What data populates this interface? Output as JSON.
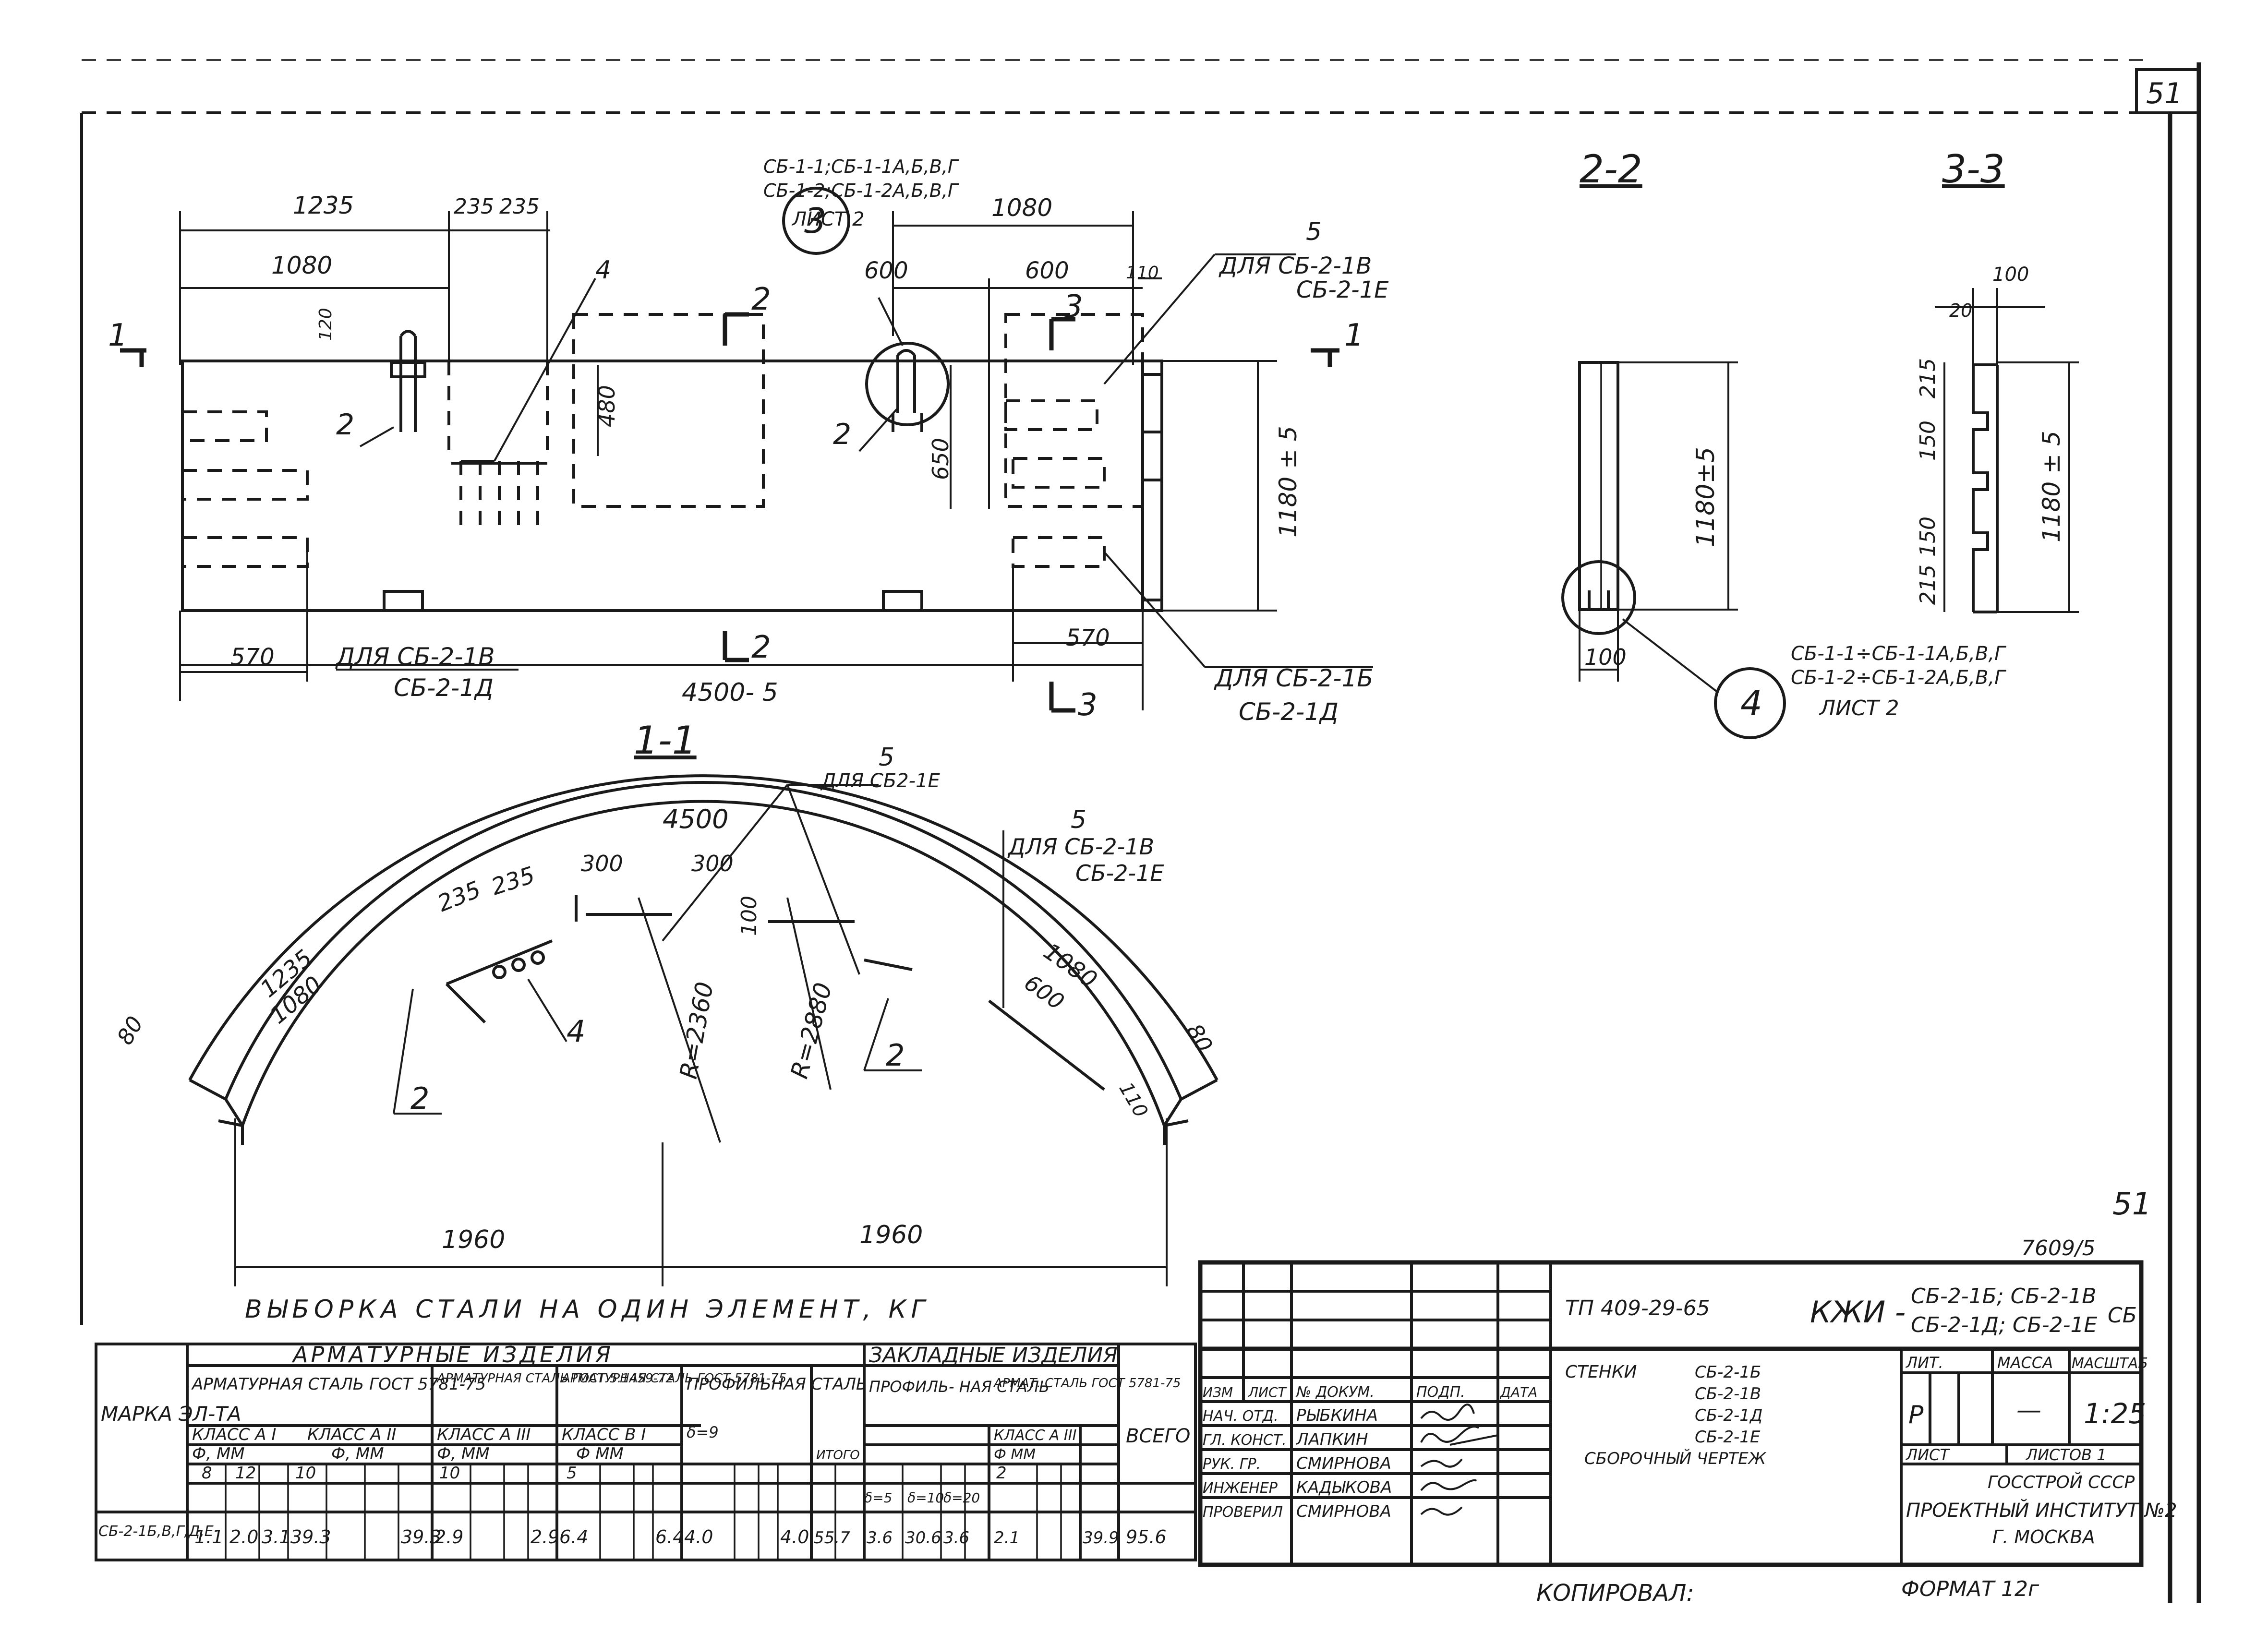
{
  "sheet": {
    "corner_number": "51",
    "page_number": "51",
    "archive_number": "7609/5"
  },
  "plan": {
    "dim_1235": "1235",
    "dim_235a": "235",
    "dim_235b": "235",
    "dim_1080_left": "1080",
    "dim_120": "120",
    "dim_1080_right": "1080",
    "dim_600a": "600",
    "dim_600b": "600",
    "dim_110": "110",
    "dim_480": "480",
    "dim_650": "650",
    "dim_height": "1180 ± 5",
    "dim_570_left": "570",
    "dim_570_right": "570",
    "dim_length": "4500- 5",
    "ref_note_1": "СБ-1-1;СБ-1-1А,Б,В,Г",
    "ref_note_2": "СБ-1-2;СБ-1-2А,Б,В,Г",
    "ref_note_3": "ЛИСТ 2",
    "callout_3": "3",
    "pos_4": "4",
    "pos_5": "5",
    "note_5_line1": "ДЛЯ СБ-2-1В",
    "note_5_line2": "СБ-2-1Е",
    "pos_2_left": "2",
    "pos_2_mid": "2",
    "sec_1_left": "1",
    "sec_1_right": "1",
    "sec_2_top": "2",
    "sec_2_bottom": "2",
    "sec_3_top": "3",
    "sec_3_bottom": "3",
    "note_bl_line1": "ДЛЯ СБ-2-1В",
    "note_bl_line2": "СБ-2-1Д",
    "note_br_line1": "ДЛЯ СБ-2-1Б",
    "note_br_line2": "СБ-2-1Д"
  },
  "section22": {
    "title": "2-2",
    "dim_height": "1180±5",
    "dim_100": "100"
  },
  "section33": {
    "title": "3-3",
    "dim_100": "100",
    "dim_20": "20",
    "dim_215_top": "215",
    "dim_150_top": "150",
    "dim_150_bottom": "150",
    "dim_215_bottom": "215",
    "dim_height": "1180 ± 5"
  },
  "callout4": {
    "number": "4",
    "line1": "СБ-1-1÷СБ-1-1А,Б,В,Г",
    "line2": "СБ-1-2÷СБ-1-2А,Б,В,Г",
    "line3": "ЛИСТ 2"
  },
  "arc": {
    "title": "1-1",
    "dim_4500": "4500",
    "dim_1235": "1235",
    "dim_1080_left": "1080",
    "dim_235a": "235",
    "dim_235b": "235",
    "dim_300a": "300",
    "dim_300b": "300",
    "dim_100": "100",
    "dim_1080_right": "1080",
    "dim_600": "600",
    "dim_80_left": "80",
    "dim_80_right": "80",
    "dim_110": "110",
    "r_inner": "R=2360",
    "r_outer": "R=2880",
    "dim_1960_left": "1960",
    "dim_1960_right": "1960",
    "pos_5_center": "5",
    "note_5_center": "ДЛЯ СБ2-1Е",
    "pos_5_right": "5",
    "note_5_right_1": "ДЛЯ СБ-2-1В",
    "note_5_right_2": "СБ-2-1Е",
    "pos_4": "4",
    "pos_2_left": "2",
    "pos_2_right": "2"
  },
  "steel_table": {
    "title": "ВЫБОРКА СТАЛИ НА ОДИН ЭЛЕМЕНТ, КГ",
    "col_marka": "МАРКА ЭЛ-ТА",
    "arm_izdeliya": "АРМАТУРНЫЕ ИЗДЕЛИЯ",
    "arm_steel_1": "АРМАТУРНАЯ СТАЛЬ ГОСТ 5781-75",
    "arm_steel_2": "АРМАТУРНАЯ СТАЛЬ ГОСТ 5.1459-72",
    "arm_steel_3": "АРМАТУРНАЯ СТАЛЬ ГОСТ 5781-75",
    "profile_steel": "ПРОФИЛЬНАЯ СТАЛЬ",
    "zakl_izdeliya": "ЗАКЛАДНЫЕ ИЗДЕЛИЯ",
    "zakl_profile": "ПРОФИЛЬ- НАЯ СТАЛЬ",
    "zakl_arm": "АРМАТ. СТАЛЬ ГОСТ 5781-75",
    "vsego": "ВСЕГО",
    "class_a1": "КЛАСС А I",
    "class_a2": "КЛАСС А II",
    "class_a3": "КЛАСС А III",
    "class_b1": "КЛАСС В I",
    "class_a3_zakl": "КЛАСС А III",
    "phi_mm": "Ф, ММ",
    "phi_mm_b": "Ф, ММ",
    "phi_mm_c": "Ф, ММ",
    "phi_mm_d": "Ф ММ",
    "phi_mm_e": "Ф ММ",
    "itogo": "ИТОГО",
    "h_8": "8",
    "h_12": "12",
    "h_10a": "10",
    "h_10b": "10",
    "h_5": "5",
    "h_d5": "δ=5",
    "h_d10": "δ=10",
    "h_d20": "δ=20",
    "h_2": "2",
    "h_delta": "δ=9",
    "row_marka": "СБ-2-1Б,В,Г,Д,Е",
    "v1": "1.1",
    "v2": "2.0",
    "v3": "3.1",
    "v4": "39.3",
    "v5": "39.3",
    "v6": "2.9",
    "v7": "2.9",
    "v8": "6.4",
    "v9": "6.4",
    "v10": "4.0",
    "v11": "4.0",
    "v12": "55.7",
    "v13": "3.6",
    "v14": "30.6",
    "v15": "3.6",
    "v16": "2.1",
    "v17": "39.9",
    "v18": "95.6"
  },
  "stamp": {
    "project_code": "ТП 409-29-65",
    "prefix": "КЖИ -",
    "designation_1": "СБ-2-1Б; СБ-2-1В",
    "designation_2": "СБ-2-1Д; СБ-2-1Е",
    "designation_suffix": "СБ",
    "h_izm": "ИЗМ",
    "h_list": "ЛИСТ",
    "h_dokum": "№ ДОКУМ.",
    "h_podp": "ПОДП.",
    "h_data": "ДАТА",
    "r1_role": "НАЧ. ОТД.",
    "r1_name": "РЫБКИНА",
    "r2_role": "ГЛ. КОНСТ.",
    "r2_name": "ЛАПКИН",
    "r3_role": "РУК. ГР.",
    "r3_name": "СМИРНОВА",
    "r4_role": "ИНЖЕНЕР",
    "r4_name": "КАДЫКОВА",
    "r5_role": "ПРОВЕРИЛ",
    "r5_name": "СМИРНОВА",
    "title_label": "СТЕНКИ",
    "title_item_1": "СБ-2-1Б",
    "title_item_2": "СБ-2-1В",
    "title_item_3": "СБ-2-1Д",
    "title_item_4": "СБ-2-1Е",
    "title_drawing": "СБОРОЧНЫЙ ЧЕРТЕЖ",
    "h_lit": "ЛИТ.",
    "h_massa": "МАССА",
    "h_masshtab": "МАСШТАБ",
    "lit_value": "Р",
    "massa_value": "—",
    "scale_value": "1:25",
    "h_sheet": "ЛИСТ",
    "h_sheets": "ЛИСТОВ 1",
    "org_1": "ГОССТРОЙ СССР",
    "org_2": "ПРОЕКТНЫЙ ИНСТИТУТ №2",
    "org_3": "Г. МОСКВА"
  },
  "footer": {
    "copied": "КОПИРОВАЛ:",
    "format": "ФОРМАТ 12г"
  }
}
